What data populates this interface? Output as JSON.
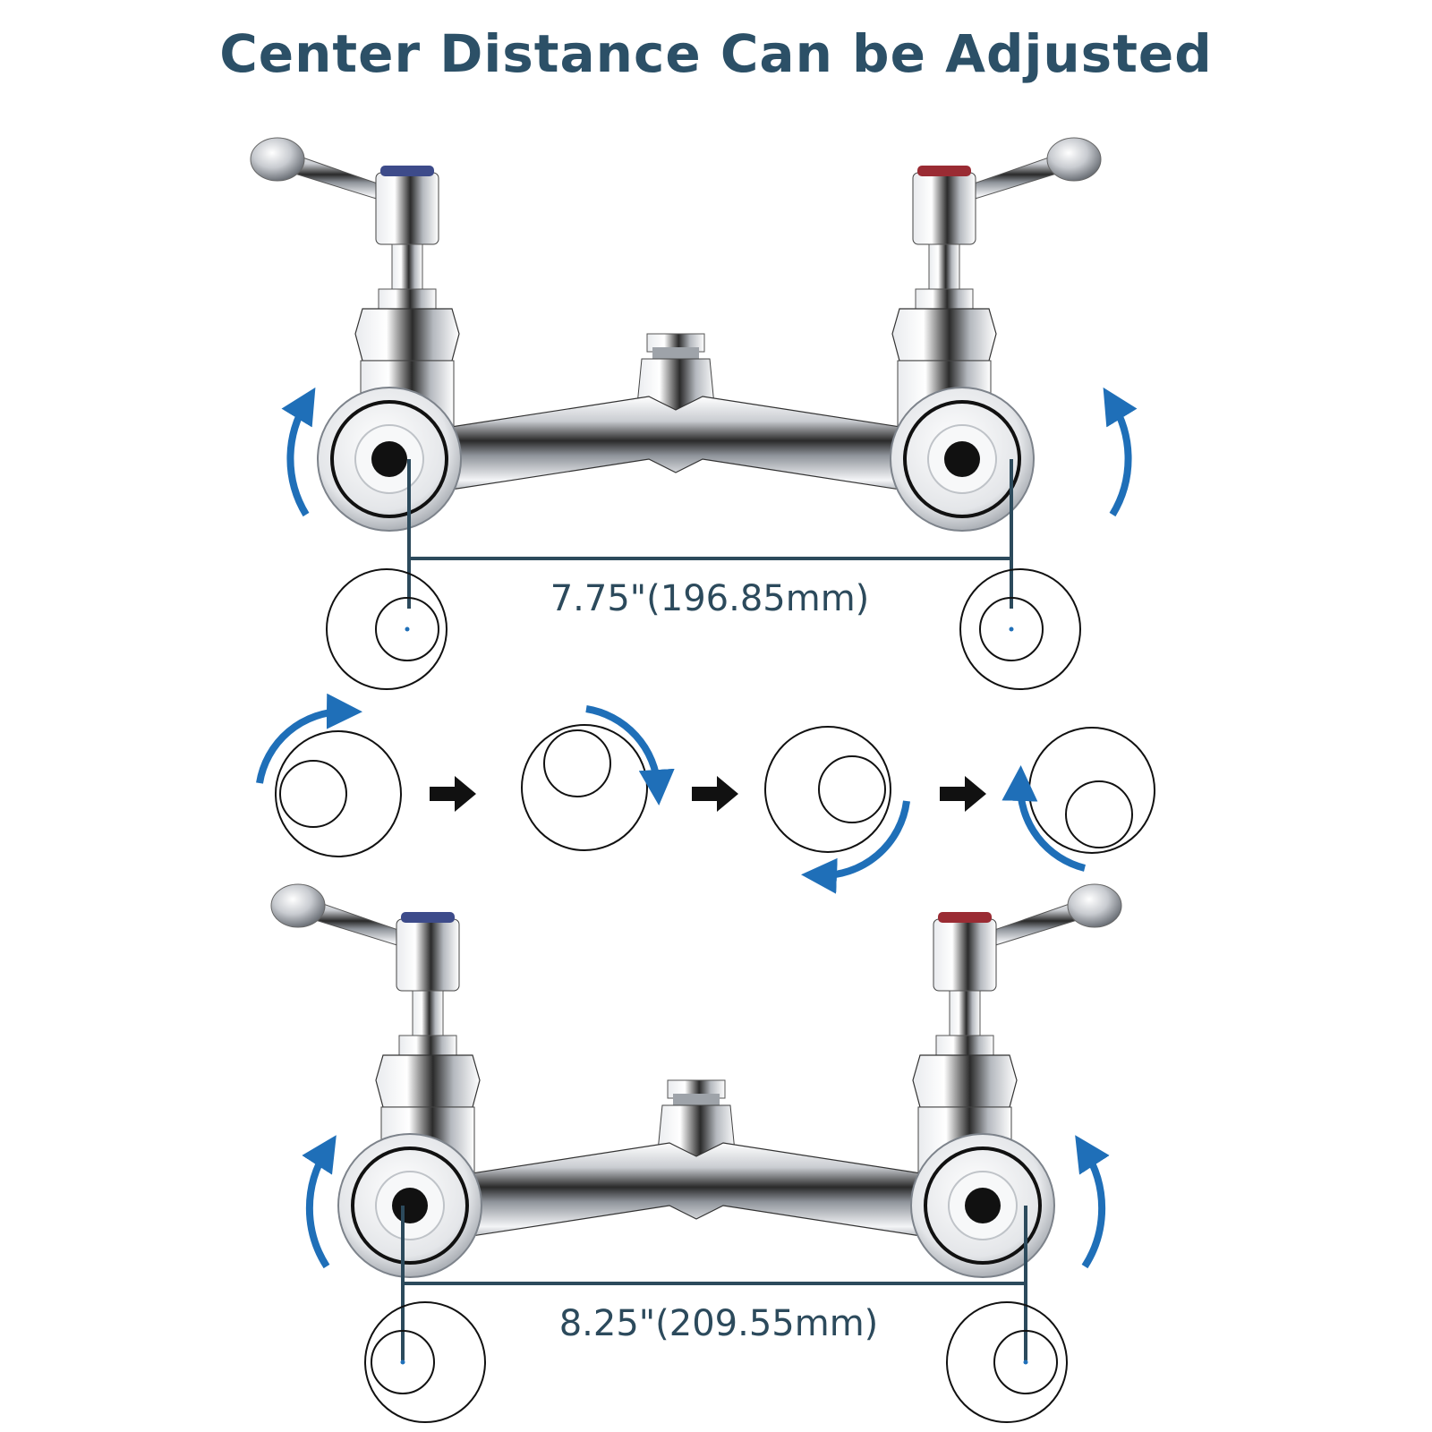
{
  "title": "Center Distance Can be Adjusted",
  "colors": {
    "title": "#2c5067",
    "arrow_blue": "#1f6fb8",
    "dimension_line": "#2c4a5c",
    "chrome_dark": "#1f1f1f",
    "chrome_mid": "#a9adb3",
    "chrome_light": "#f2f3f5",
    "step_arrow": "#111111"
  },
  "top_faucet": {
    "dimension_label": "7.75\"(196.85mm)"
  },
  "bottom_faucet": {
    "dimension_label": "8.25\"(209.55mm)"
  },
  "icons": [
    "rotation-arrow-icon",
    "step-arrow-icon",
    "eccentric-connector-icon",
    "lever-handle-icon"
  ]
}
